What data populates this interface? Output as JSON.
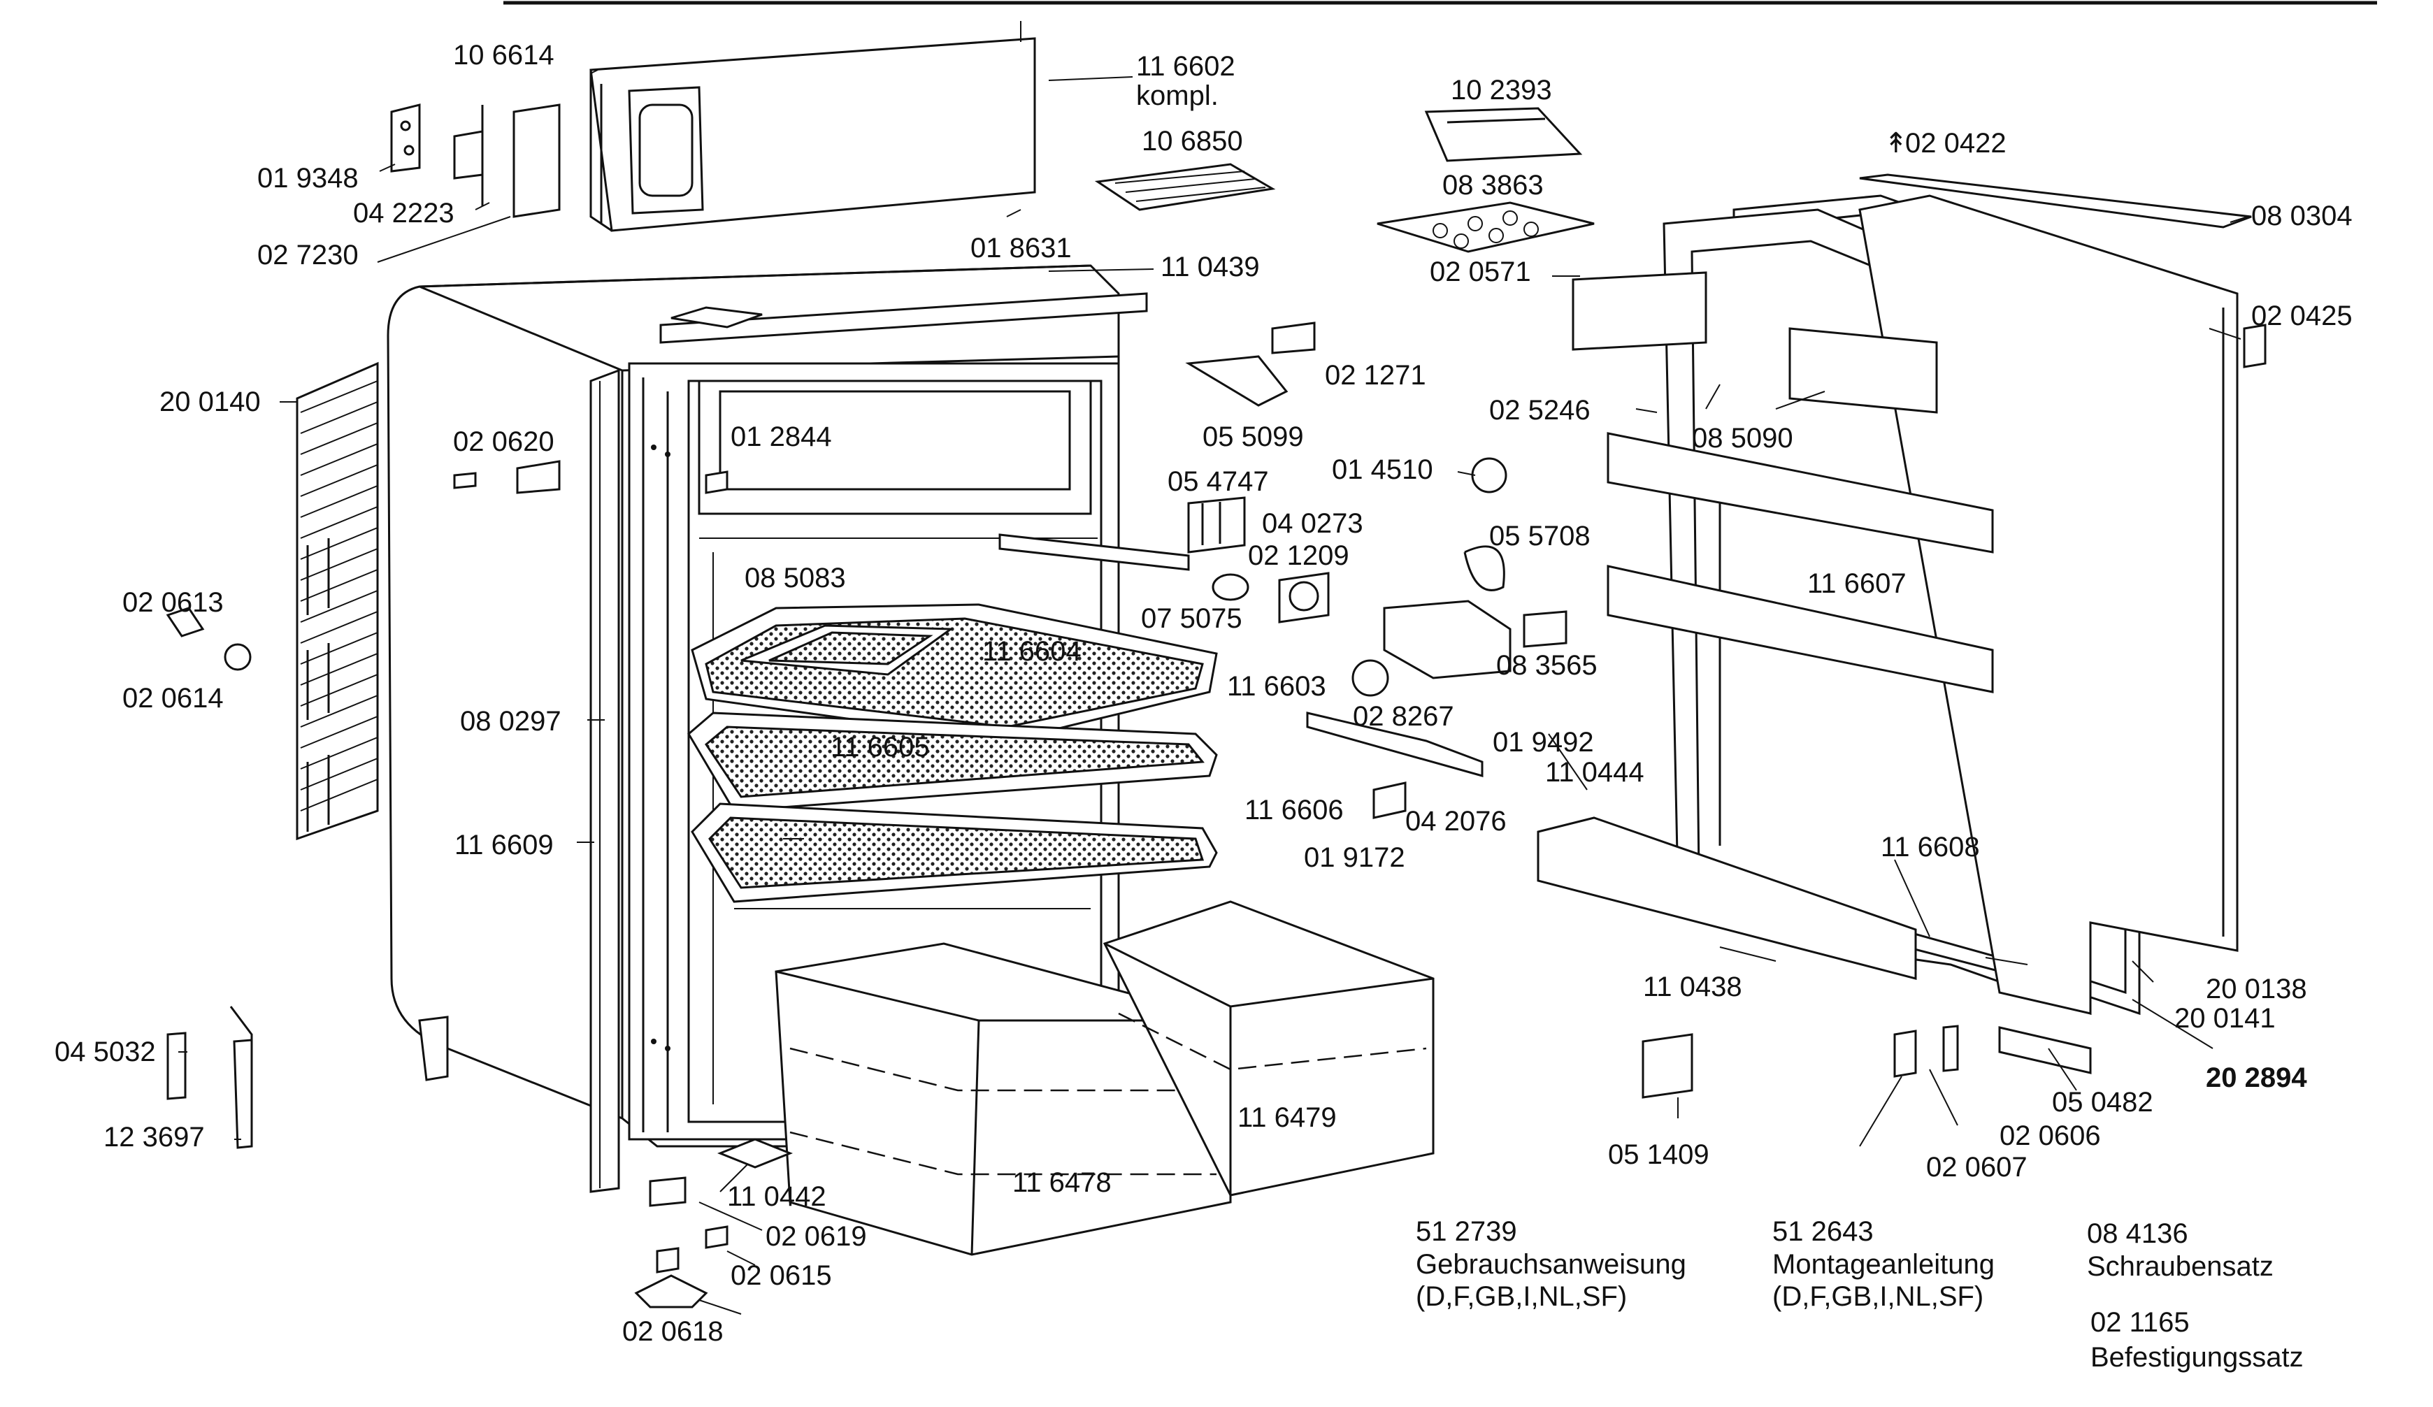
{
  "diagram": {
    "part_labels": [
      {
        "id": "p106614",
        "text": "10 6614"
      },
      {
        "id": "p116602",
        "text": "11 6602"
      },
      {
        "id": "p_kompl",
        "text": "kompl."
      },
      {
        "id": "p102393",
        "text": "10 2393"
      },
      {
        "id": "p020422",
        "text": "02 0422"
      },
      {
        "id": "p019348",
        "text": "01 9348"
      },
      {
        "id": "p042223",
        "text": "04 2223"
      },
      {
        "id": "p106850",
        "text": "10 6850"
      },
      {
        "id": "p083863",
        "text": "08 3863"
      },
      {
        "id": "p080304",
        "text": "08 0304"
      },
      {
        "id": "p027230",
        "text": "02 7230"
      },
      {
        "id": "p018631",
        "text": "01 8631"
      },
      {
        "id": "p110439",
        "text": "11 0439"
      },
      {
        "id": "p020571",
        "text": "02 0571"
      },
      {
        "id": "p020425",
        "text": "02 0425"
      },
      {
        "id": "p200140",
        "text": "20 0140"
      },
      {
        "id": "p021271",
        "text": "02 1271"
      },
      {
        "id": "p020620",
        "text": "02 0620"
      },
      {
        "id": "p012844",
        "text": "01 2844"
      },
      {
        "id": "p025246",
        "text": "02 5246"
      },
      {
        "id": "p085090",
        "text": "08 5090"
      },
      {
        "id": "p055099",
        "text": "05 5099"
      },
      {
        "id": "p014510",
        "text": "01 4510"
      },
      {
        "id": "p054747",
        "text": "05 4747"
      },
      {
        "id": "p040273",
        "text": "04 0273"
      },
      {
        "id": "p055708",
        "text": "05 5708"
      },
      {
        "id": "p021209",
        "text": "02 1209"
      },
      {
        "id": "p085083",
        "text": "08 5083"
      },
      {
        "id": "p116607",
        "text": "11 6607"
      },
      {
        "id": "p020613",
        "text": "02 0613"
      },
      {
        "id": "p075075",
        "text": "07 5075"
      },
      {
        "id": "p116604",
        "text": "11 6604"
      },
      {
        "id": "p083565",
        "text": "08 3565"
      },
      {
        "id": "p116603",
        "text": "11 6603"
      },
      {
        "id": "p020614",
        "text": "02 0614"
      },
      {
        "id": "p028267",
        "text": "02 8267"
      },
      {
        "id": "p080297",
        "text": "08 0297"
      },
      {
        "id": "p019492",
        "text": "01 9492"
      },
      {
        "id": "p116605",
        "text": "11 6605"
      },
      {
        "id": "p110444",
        "text": "11 0444"
      },
      {
        "id": "p116606",
        "text": "11 6606"
      },
      {
        "id": "p042076",
        "text": "04 2076"
      },
      {
        "id": "p116609",
        "text": "11 6609"
      },
      {
        "id": "p116608",
        "text": "11 6608"
      },
      {
        "id": "p019172",
        "text": "01 9172"
      },
      {
        "id": "p110438",
        "text": "11 0438"
      },
      {
        "id": "p200138",
        "text": "20 0138"
      },
      {
        "id": "p200141",
        "text": "20 0141"
      },
      {
        "id": "p045032",
        "text": "04 5032"
      },
      {
        "id": "p116479",
        "text": "11 6479"
      },
      {
        "id": "p202894",
        "text": "20 2894"
      },
      {
        "id": "p050482",
        "text": "05 0482"
      },
      {
        "id": "p123697",
        "text": "12 3697"
      },
      {
        "id": "p051409",
        "text": "05 1409"
      },
      {
        "id": "p020606",
        "text": "02 0606"
      },
      {
        "id": "p110442",
        "text": "11 0442"
      },
      {
        "id": "p116478",
        "text": "11 6478"
      },
      {
        "id": "p020607",
        "text": "02 0607"
      },
      {
        "id": "p020619",
        "text": "02 0619"
      },
      {
        "id": "p020615",
        "text": "02 0615"
      },
      {
        "id": "p020618",
        "text": "02 0618"
      }
    ],
    "documents": [
      {
        "number": "51 2739",
        "title": "Gebrauchsanweisung",
        "languages": "(D,F,GB,I,NL,SF)"
      },
      {
        "number": "51 2643",
        "title": "Montageanleitung",
        "languages": "(D,F,GB,I,NL,SF)"
      },
      {
        "number": "08 4136",
        "title": "Schraubensatz",
        "languages": ""
      },
      {
        "number": "02 1165",
        "title": "Befestigungssatz",
        "languages": ""
      }
    ]
  }
}
